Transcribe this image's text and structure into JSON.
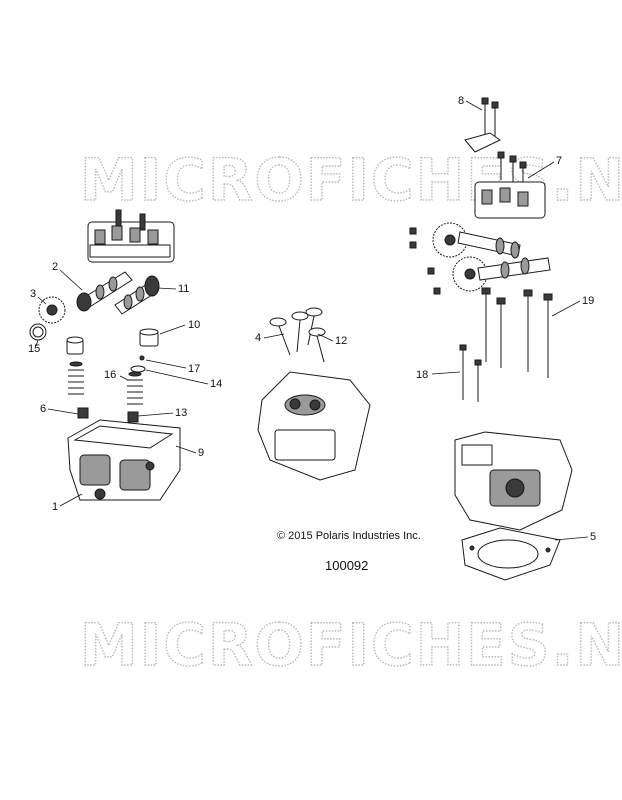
{
  "watermarks": [
    "MICROFICHES.NET",
    "MICROFICHES.NET"
  ],
  "copyright": "© 2015 Polaris Industries Inc.",
  "figure_number": "100092",
  "callouts": [
    "1",
    "2",
    "3",
    "4",
    "5",
    "6",
    "7",
    "8",
    "9",
    "10",
    "11",
    "12",
    "13",
    "14",
    "15",
    "16",
    "17",
    "18",
    "19"
  ]
}
